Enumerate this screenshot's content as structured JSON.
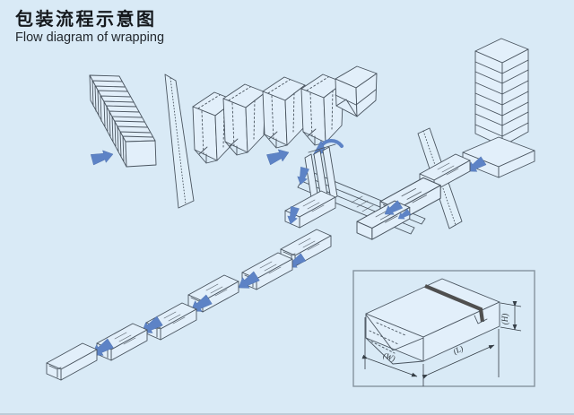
{
  "colors": {
    "background": "#d9eaf6",
    "line": "#49545f",
    "arrow": "#5d83c6",
    "tear_tape": "#4f4f4f",
    "inset_border": "#84939f"
  },
  "header": {
    "title_zh": "包装流程示意图",
    "title_en": "Flow diagram of wrapping"
  },
  "inset": {
    "width_label": "(W)",
    "length_label": "(L)",
    "height_label": "(H)"
  }
}
